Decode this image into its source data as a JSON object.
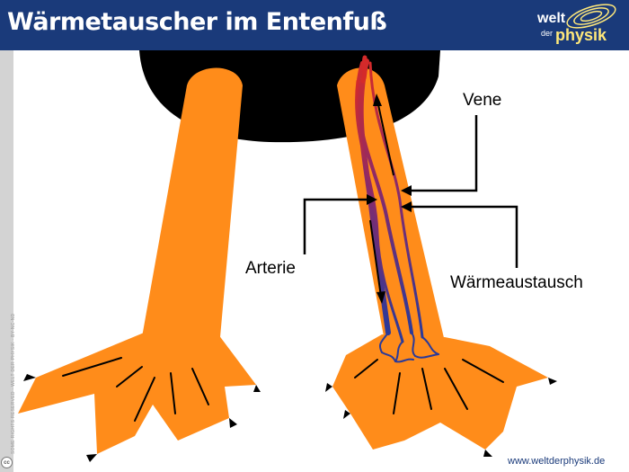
{
  "header": {
    "title": "Wärmetauscher im Entenfuß",
    "logo": {
      "welt": "welt",
      "der": "der",
      "physik": "physik"
    }
  },
  "labels": {
    "vein": "Vene",
    "artery": "Arterie",
    "heat_exchange": "Wärmeaustausch"
  },
  "sidebar": {
    "copyright": "SOME RIGHTS RESERVED · WELT DER PHYSIK · BY-NC-ND",
    "cc_icon": "cc"
  },
  "footer": {
    "url": "www.weltderphysik.de"
  },
  "colors": {
    "header_bg": "#1a3a7a",
    "duck_leg": "#ff8c1a",
    "duck_body": "#000000",
    "artery": "#d42a2a",
    "vein": "#2a3a9a",
    "logo_accent": "#ffe87a"
  }
}
